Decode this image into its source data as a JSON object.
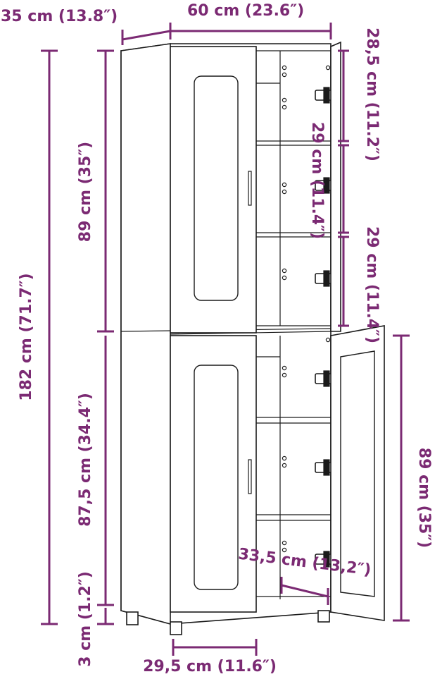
{
  "colors": {
    "dimension": "#7b2a73",
    "line": "#1a1a1a",
    "background": "#ffffff"
  },
  "dimensions": {
    "depth": "35 cm (13.8″)",
    "width": "60 cm (23.6″)",
    "total_height": "182 cm (71.7″)",
    "upper_height": "89 cm (35″)",
    "lower_height": "87,5 cm (34.4″)",
    "plinth_height": "3 cm (1.2″)",
    "top_compartment": "28,5 cm (11.2″)",
    "mid_compartment_a": "29 cm (11.4″)",
    "mid_compartment_b": "29 cm (11.4″)",
    "lower_door_height": "89 cm (35″)",
    "inner_depth": "33,5 cm (13,2″)",
    "inner_width": "29,5 cm (11.6″)"
  }
}
